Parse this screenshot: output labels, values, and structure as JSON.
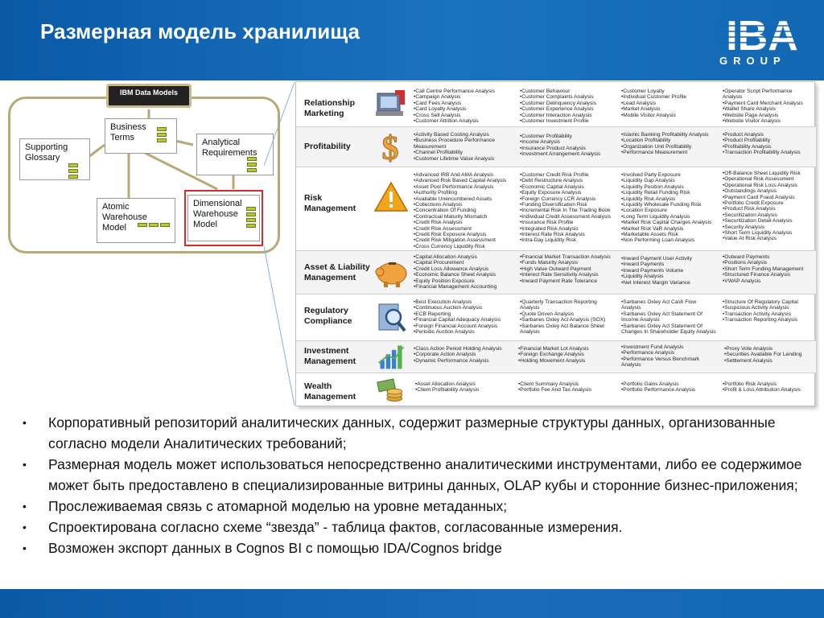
{
  "slide": {
    "title": "Размерная модель хранилища",
    "brand": {
      "name": "IBA",
      "sub": "GROUP"
    },
    "colors": {
      "header": "#1268b3",
      "accent_frame": "#b8a874",
      "highlight": "#d62b2b"
    }
  },
  "diagram": {
    "root": "IBM Data Models",
    "nodes": {
      "business_terms": {
        "line1": "Business",
        "line2": "Terms"
      },
      "analytical_requirements": {
        "line1": "Analytical",
        "line2": "Requirements"
      },
      "supporting_glossary": {
        "line1": "Supporting",
        "line2": "Glossary"
      },
      "atomic_warehouse": {
        "line1": "Atomic",
        "line2": "Warehouse",
        "line3": "Model"
      },
      "dimensional_warehouse": {
        "line1": "Dimensional",
        "line2": "Warehouse",
        "line3": "Model"
      }
    }
  },
  "table": {
    "rows": [
      {
        "line1": "Relationship",
        "line2": "Marketing",
        "icon": "magnet-icon",
        "cols": [
          [
            "•Call Centre Performance Analysis",
            "•Campaign Analysis",
            "•Card Fees Analysis",
            "•Card Loyalty Analysis",
            "•Cross Sell Analysis",
            "•Customer Attrition Analysis"
          ],
          [
            "•Customer Behaviour",
            "•Customer Complaints Analysis",
            "•Customer Delinquency Analysis",
            "•Customer Experience Analysis",
            "•Customer Interaction Analysis",
            "•Customer Investment Profile"
          ],
          [
            "•Customer Loyalty",
            "•Individual Customer Profile",
            "•Lead Analysis",
            "•Market Analysis",
            "•Mobile Visitor Analysis"
          ],
          [
            "•Operator Script Performance",
            "Analysis",
            "•Payment Card Merchant Analysis",
            "•Wallet Share Analysis",
            "•Website Page Analysis",
            "•Website Visitor Analysis"
          ]
        ]
      },
      {
        "line1": "Profitability",
        "line2": "",
        "icon": "dollar-icon",
        "cols": [
          [
            "•Activity Based Costing Analysis",
            "•Business Procedure Performance",
            "Measurement",
            "•Channel Profitability",
            "•Customer Lifetime Value Analysis"
          ],
          [
            "•Customer Profitability",
            "•Income Analysis",
            "•Insurance Product Analysis",
            "•Investment Arrangement Analysis"
          ],
          [
            "•Islamic Banking Profitability Analysis",
            "•Location Profitability",
            "•Organization Unit Profitability",
            "•Performance Measurement"
          ],
          [
            "•Product Analysis",
            "•Product Profitability",
            "•Profitability Analysis",
            "•Transaction Profitability Analysis"
          ]
        ]
      },
      {
        "line1": "Risk",
        "line2": "Management",
        "icon": "warning-icon",
        "cols": [
          [
            "•Advanced IRB And AMA Analysis",
            "•Advanced Risk Based Capital Analysis",
            "•Asset Pool Performance Analysis",
            "•Authority Profiling",
            "•Available Unencumbered Assets",
            "•Collections Analysis",
            "•Concentration Of Funding",
            "•Contractual Maturity Mismatch",
            "•Credit Risk Analysis",
            "•Credit Risk Assessment",
            "•Credit Risk Exposure Analysis",
            "•Credit Risk Mitigation Assessment",
            "•Cross Currency Liquidity Risk"
          ],
          [
            "•Customer Credit Risk Profile",
            "•Debt Restructure Analysis",
            "•Economic Capital Analysis",
            "•Equity Exposure Analysis",
            "•Foreign Currency LCR Analysis",
            "•Funding Diversification Risk",
            "•Incremental Risk In The Trading Book",
            "•Individual Credit Assessment Analysis",
            "•Insurance Risk Profile",
            "•Integrated Risk Analysis",
            "•Interest Rate Risk Analysis",
            "•Intra-Day Liquidity Risk"
          ],
          [
            "•Involved Party Exposure",
            "•Liquidity Gap Analysis",
            "•Liquidity Position Analysis",
            "•Liquidity Retail Funding Risk",
            "•Liquidity Risk Analysis",
            "•Liquidity Wholesale Funding Risk",
            "•Location Exposure",
            "•Long Term Liquidity Analysis",
            "•Market Risk Capital Charges Analysis",
            "•Market Risk VaR Analysis",
            "•Marketable Assets Risk",
            "•Non Performing Loan Analysis"
          ],
          [
            "•Off-Balance Sheet Liquidity Risk",
            "•Operational Risk Assessment",
            "•Operational Risk Loss Analysis",
            "•Outstandings Analysis",
            "•Payment Card Fraud Analysis",
            "•Portfolio Credit Exposure",
            "•Product Risk Analysis",
            "•Securitization Analysis",
            "•Securitization Detail Analysis",
            "•Security Analysis",
            "•Short Term Liquidity Analysis",
            "•Value At Risk Analysis"
          ]
        ]
      },
      {
        "line1": "Asset & Liability",
        "line2": "Management",
        "icon": "piggy-bank-icon",
        "cols": [
          [
            "•Capital Allocation Analysis",
            "•Capital Procurement",
            "•Credit Loss Allowance Analysis",
            "•Economic Balance Sheet Analysis",
            "•Equity Position Exposure",
            "•Financial Management Accounting"
          ],
          [
            "•Financial Market Transaction Analysis",
            "•Funds Maturity Analysis",
            "•High Value Outward Payment",
            "•Interest Rate Sensitivity Analysis",
            "•Inward Payment Rate Tolerance"
          ],
          [
            "•Inward Payment User Activity",
            "•Inward Payments",
            "•Inward Payments Volume",
            "•Liquidity Analysis",
            "•Net Interest Margin Variance"
          ],
          [
            "•Outward Payments",
            "•Positions Analysis",
            "•Short Term Funding Management",
            "•Structured Finance Analysis",
            "•VWAP Analysis"
          ]
        ]
      },
      {
        "line1": "Regulatory",
        "line2": "Compliance",
        "icon": "magnifier-icon",
        "cols": [
          [
            "•Best Execution Analysis",
            "•Continuous Auction Analysis",
            "•ECB Reporting",
            "•Financial Capital Adequacy Analysis",
            "•Foreign Financial Account Analysis",
            "•Periodic Auction Analysis"
          ],
          [
            "•Quarterly Transaction Reporting",
            "Analysis",
            "•Quote Driven Analysis",
            "•Sarbanes Oxley Act Analysis (SOX)",
            "•Sarbanes Oxley Act Balance Sheet",
            "Analysis"
          ],
          [
            "•Sarbanes Oxley Act Cash Flow",
            "Analysis",
            "•Sarbanes Oxley Act Statement Of",
            "Income Analysis",
            "•Sarbanes Oxley Act Statement Of",
            "Changes In Shareholder Equity Analysis"
          ],
          [
            "•Structure Of Regulatory Capital",
            "•Suspicious Activity Analysis",
            "•Transaction Activity Analysis",
            "•Transaction Reporting Analysis"
          ]
        ]
      },
      {
        "line1": "Investment",
        "line2": "Management",
        "icon": "bar-chart-icon",
        "cols": [
          [
            "•Class Action Period Holding Analysis",
            "•Corporate Action Analysis",
            "•Dynamic Performance Analysis"
          ],
          [
            "•Financial Market Lot Analysis",
            "•Foreign Exchange Analysis",
            "•Holding Movement Analysis"
          ],
          [
            "•Investment Fund Analysis",
            "•Performance Analysis",
            "•Performance Versus Benchmark",
            "Analysis"
          ],
          [
            "•Proxy Vote Analysis",
            "•Securities Available For Lending",
            "•Settlement Analysis"
          ]
        ]
      },
      {
        "line1": "Wealth",
        "line2": "Management",
        "icon": "coins-icon",
        "cols": [
          [
            "•Asset Allocation Analysis",
            "•Client Profitability Analysis"
          ],
          [
            "•Client Summary Analysis",
            "•Portfolio Fee And Tax Analysis"
          ],
          [
            "•Portfolio Gains Analysis",
            "•Portfolio Performance Analysis"
          ],
          [
            "•Portfolio Risk Analysis",
            "•Profit & Loss Attribution Analysis"
          ]
        ]
      }
    ]
  },
  "bullets": [
    "Корпоративный репозиторий аналитических данных, содержит  размерные структуры данных, организованные  согласно  модели Аналитических требований;",
    "Размерная модель может использоваться непосредственно аналитическими инструментами,  либо ее содержимое может быть предоставлено в специализированные витрины данных, OLAP кубы и сторонние бизнес-приложения;",
    "Прослеживаемая связь с атомарной моделью  на уровне метаданных;",
    "Спроектирована согласно схеме “звезда” -  таблица фактов, согласованные измерения.",
    "Возможен экспорт данных в Cognos BI с помощью IDA/Cognos bridge"
  ]
}
